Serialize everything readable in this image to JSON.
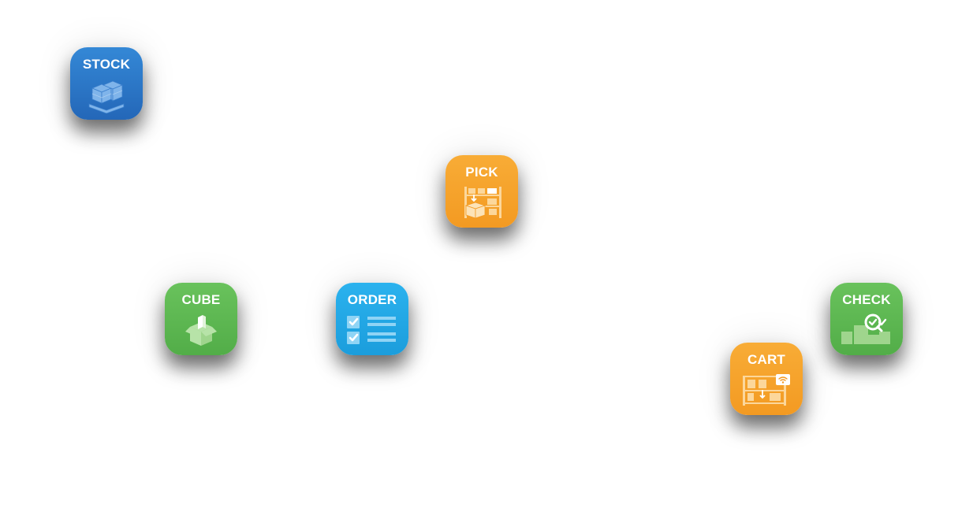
{
  "apps": {
    "stock": {
      "label": "STOCK",
      "icon": "pallet-boxes-icon",
      "color": "#2A73C4"
    },
    "pick": {
      "label": "PICK",
      "icon": "shelf-box-icon",
      "color": "#F6A12C"
    },
    "cube": {
      "label": "CUBE",
      "icon": "open-box-icon",
      "color": "#5FB853"
    },
    "order": {
      "label": "ORDER",
      "icon": "checklist-icon",
      "color": "#22A7E6"
    },
    "check": {
      "label": "CHECK",
      "icon": "inspection-icon",
      "color": "#5FB853"
    },
    "cart": {
      "label": "CART",
      "icon": "cart-shelf-icon",
      "color": "#F6A12C"
    }
  }
}
